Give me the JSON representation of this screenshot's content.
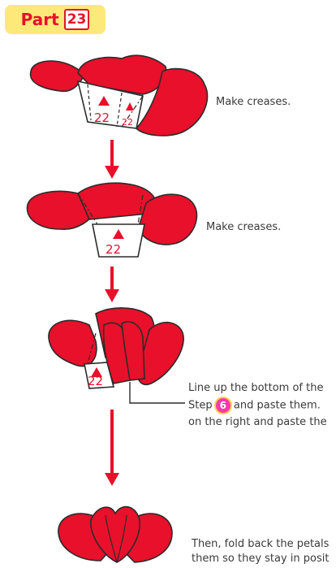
{
  "header": {
    "part_word": "Part",
    "part_number": "23"
  },
  "steps": [
    {
      "caption": "Make creases.",
      "piece_label": "22"
    },
    {
      "caption": "Make creases.",
      "piece_label": "22"
    },
    {
      "caption_line1": "Line up the bottom of the",
      "caption_line2_a": "Step",
      "step_ref": "6",
      "caption_line2_b": "and paste them.",
      "caption_line3": "on the right and paste the",
      "piece_label": "22"
    },
    {
      "caption_line1": "Then, fold back the petals",
      "caption_line2": "them so they stay in posit"
    }
  ],
  "colors": {
    "petal": "#e8102a",
    "outline": "#2b2b2b",
    "arrow": "#e8102a",
    "badge": "#fde97a",
    "step_circle": "#ff38a8"
  },
  "icons": [
    "down-arrow-icon",
    "down-arrow-icon",
    "down-arrow-icon"
  ]
}
